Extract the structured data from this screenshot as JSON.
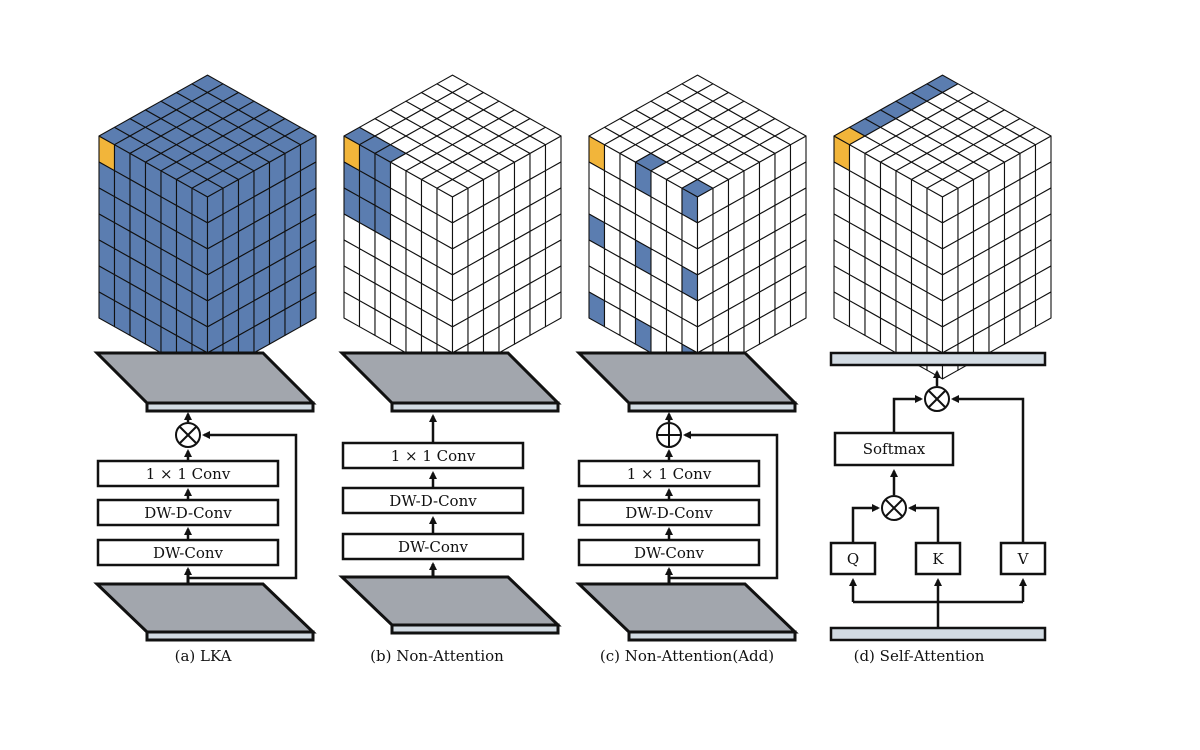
{
  "colors": {
    "blue": "#5b7db0",
    "yellow": "#f2b53a",
    "white": "#ffffff",
    "plane_top": "#a2a6ad",
    "plane_edge": "#d2dbe3",
    "stroke": "#111111"
  },
  "cubes": [
    {
      "id": "lka",
      "fill_mode": "all"
    },
    {
      "id": "non-attention",
      "fill_mode": "local-3x3"
    },
    {
      "id": "non-attention-add",
      "fill_mode": "dilated"
    },
    {
      "id": "self-attention",
      "fill_mode": "row"
    }
  ],
  "panels": [
    {
      "id": "lka",
      "caption": "(a) LKA",
      "operator": "multiply",
      "boxes": [
        "1 × 1 Conv",
        "DW-D-Conv",
        "DW-Conv"
      ]
    },
    {
      "id": "non-attention",
      "caption": "(b) Non-Attention",
      "operator": "none",
      "boxes": [
        "1 × 1 Conv",
        "DW-D-Conv",
        "DW-Conv"
      ]
    },
    {
      "id": "non-attention-add",
      "caption": "(c) Non-Attention(Add)",
      "operator": "add",
      "boxes": [
        "1 × 1 Conv",
        "DW-D-Conv",
        "DW-Conv"
      ]
    },
    {
      "id": "self-attention",
      "caption": "(d) Self-Attention",
      "softmax": "Softmax",
      "q": "Q",
      "k": "K",
      "v": "V"
    }
  ]
}
